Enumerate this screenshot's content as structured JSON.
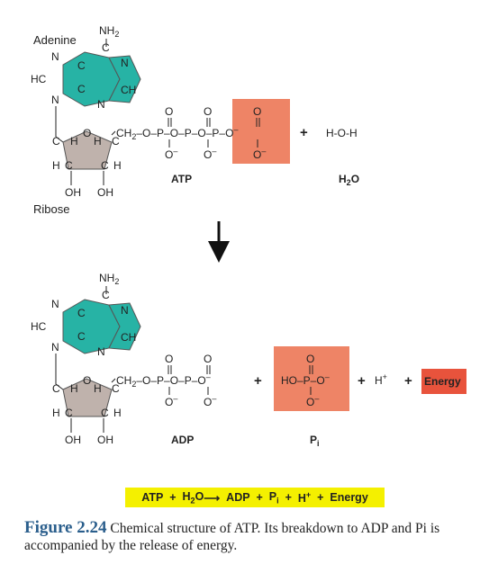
{
  "labels": {
    "adenine": "Adenine",
    "ribose": "Ribose",
    "atp": "ATP",
    "h2o_formula": "H-O-H",
    "h2o": "H2O",
    "adp": "ADP",
    "pi": "Pi",
    "h_plus": "H+",
    "energy": "Energy",
    "plus": "+"
  },
  "equation": {
    "atp": "ATP",
    "plus1": "+",
    "h2o": "H2O",
    "arrow": "⟶",
    "adp": "ADP",
    "plus2": "+",
    "pi": "Pi",
    "plus3": "+",
    "h": "H+",
    "plus4": "+",
    "energy": "Energy"
  },
  "caption": {
    "title": "Figure 2.24",
    "text": "Chemical structure of ATP. Its breakdown to ADP and Pi is accompanied by the release of energy."
  },
  "colors": {
    "adenine_fill": "#27b3a5",
    "ribose_fill": "#bfb2ac",
    "phosphate_highlight": "#ee8466",
    "energy_box": "#e8533c",
    "equation_box": "#f4f000",
    "caption_title": "#2a5e8c"
  }
}
